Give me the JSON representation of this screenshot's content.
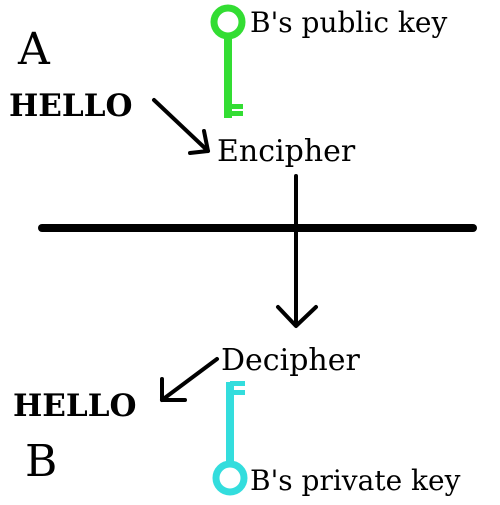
{
  "sender": {
    "label": "A",
    "message": "HELLO",
    "step": "Encipher",
    "key_label": "B's public key",
    "key_color": "#33dd33"
  },
  "receiver": {
    "label": "B",
    "message": "HELLO",
    "step": "Decipher",
    "key_label": "B's private key",
    "key_color": "#33dddd"
  },
  "icons": {
    "public_key": "key-icon",
    "private_key": "key-icon"
  }
}
